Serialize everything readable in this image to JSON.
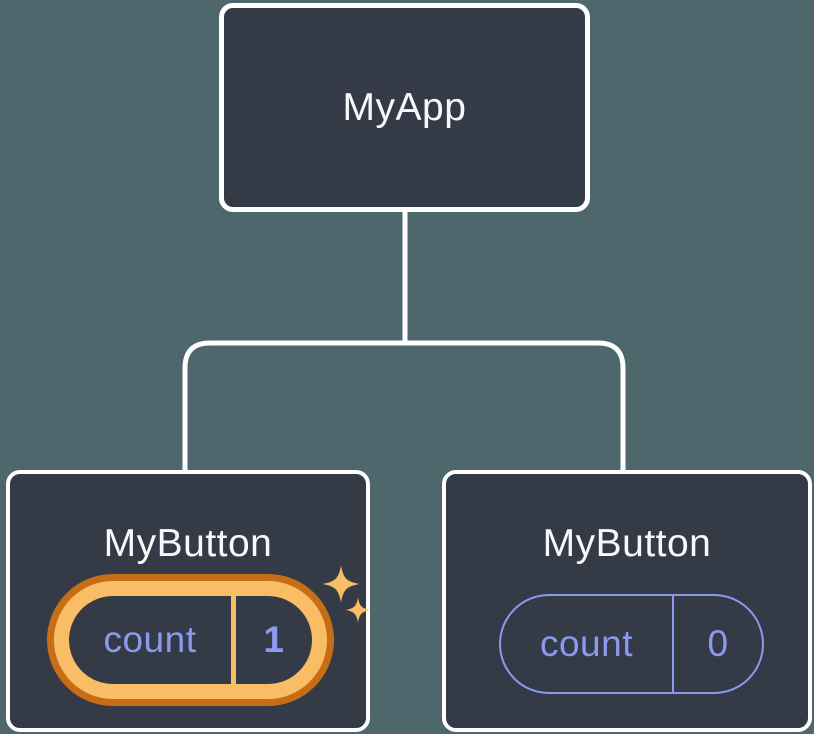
{
  "colors": {
    "background": "#4D676C",
    "box_fill": "#343B47",
    "box_border": "#FFFFFF",
    "title_text": "#F7F8FA",
    "state_purple": "#8B99EE",
    "highlight_orange_dark": "#C76D16",
    "highlight_orange_light": "#F9BD66"
  },
  "tree": {
    "root": {
      "title": "MyApp"
    },
    "children": [
      {
        "title": "MyButton",
        "state_label": "count",
        "state_value": "1",
        "highlighted": true,
        "icon": "sparkles-icon"
      },
      {
        "title": "MyButton",
        "state_label": "count",
        "state_value": "0",
        "highlighted": false,
        "icon": null
      }
    ]
  }
}
